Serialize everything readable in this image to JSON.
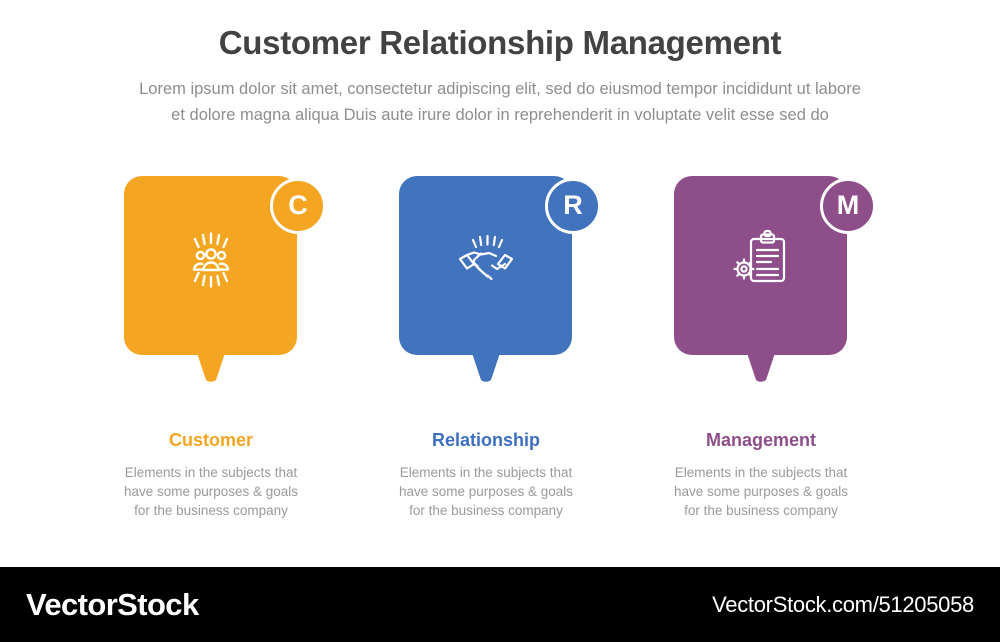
{
  "header": {
    "title": "Customer Relationship Management",
    "subtitle_line1": "Lorem ipsum dolor sit amet, consectetur adipiscing elit, sed do eiusmod tempor incididunt ut labore",
    "subtitle_line2": "et dolore magna aliqua Duis aute irure dolor in reprehenderit in voluptate velit esse sed do",
    "title_color": "#424242",
    "subtitle_color": "#8e8e92"
  },
  "cards": [
    {
      "badge_letter": "C",
      "color": "#F4A623",
      "icon": "people-group-icon",
      "title": "Customer",
      "desc_line1": "Elements in the subjects that",
      "desc_line2": "have  some purposes & goals",
      "desc_line3": "for the  business company"
    },
    {
      "badge_letter": "R",
      "color": "#4274BE",
      "icon": "handshake-icon",
      "title": "Relationship",
      "desc_line1": "Elements in the subjects that",
      "desc_line2": "have  some purposes & goals",
      "desc_line3": "for the  business company"
    },
    {
      "badge_letter": "M",
      "color": "#8D4E8A",
      "icon": "clipboard-gear-icon",
      "title": "Management",
      "desc_line1": "Elements in the subjects that",
      "desc_line2": "have  some purposes & goals",
      "desc_line3": "for the  business company"
    }
  ],
  "footer": {
    "brand": "VectorStock",
    "url": "VectorStock.com/51205058",
    "background": "#000000",
    "text_color": "#ffffff"
  }
}
